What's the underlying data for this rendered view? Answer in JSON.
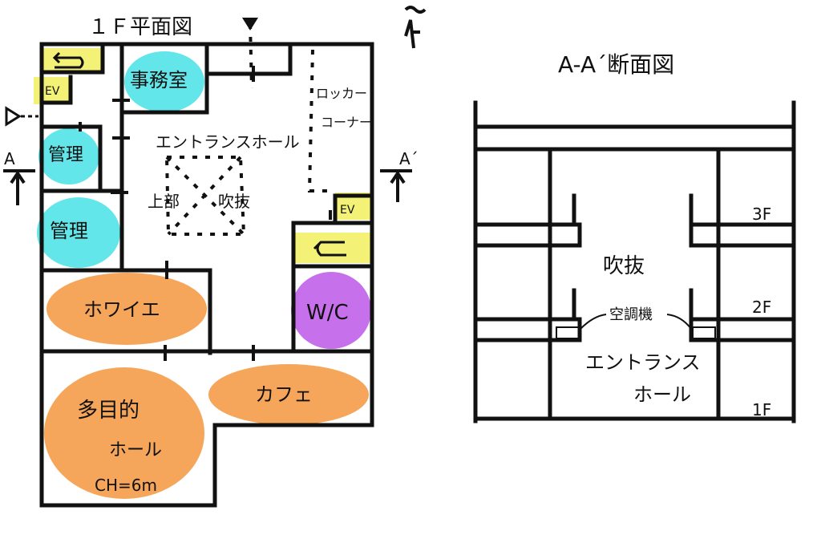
{
  "floor_plan": {
    "title": "１Ｆ平面図",
    "north_label": "N",
    "rooms": {
      "office": "事務室",
      "management_1": "管理",
      "management_2": "管理",
      "ev_left": "EV",
      "ev_right": "EV",
      "locker_line1": "ロッカー",
      "locker_line2": "コーナー",
      "entrance_hall": "エントランスホール",
      "void_left": "上部",
      "void_right": "吹抜",
      "foyer": "ホワイエ",
      "wc": "W/C",
      "cafe": "カフェ",
      "multi_line1": "多目的",
      "multi_line2": "ホール",
      "multi_ch": "CH=6m"
    },
    "section_marks": {
      "left": "A",
      "right": "A´"
    },
    "colors": {
      "stair": "#f3f277",
      "office": "#63e6ea",
      "foyer": "#f5a65b",
      "wc": "#c770ec"
    }
  },
  "section": {
    "title": "A-A´断面図",
    "labels": {
      "void": "吹抜",
      "ac_unit": "空調機",
      "entrance_line1": "エントランス",
      "entrance_line2": "ホール",
      "floor_3": "3F",
      "floor_2": "2F",
      "floor_1": "1F"
    }
  }
}
